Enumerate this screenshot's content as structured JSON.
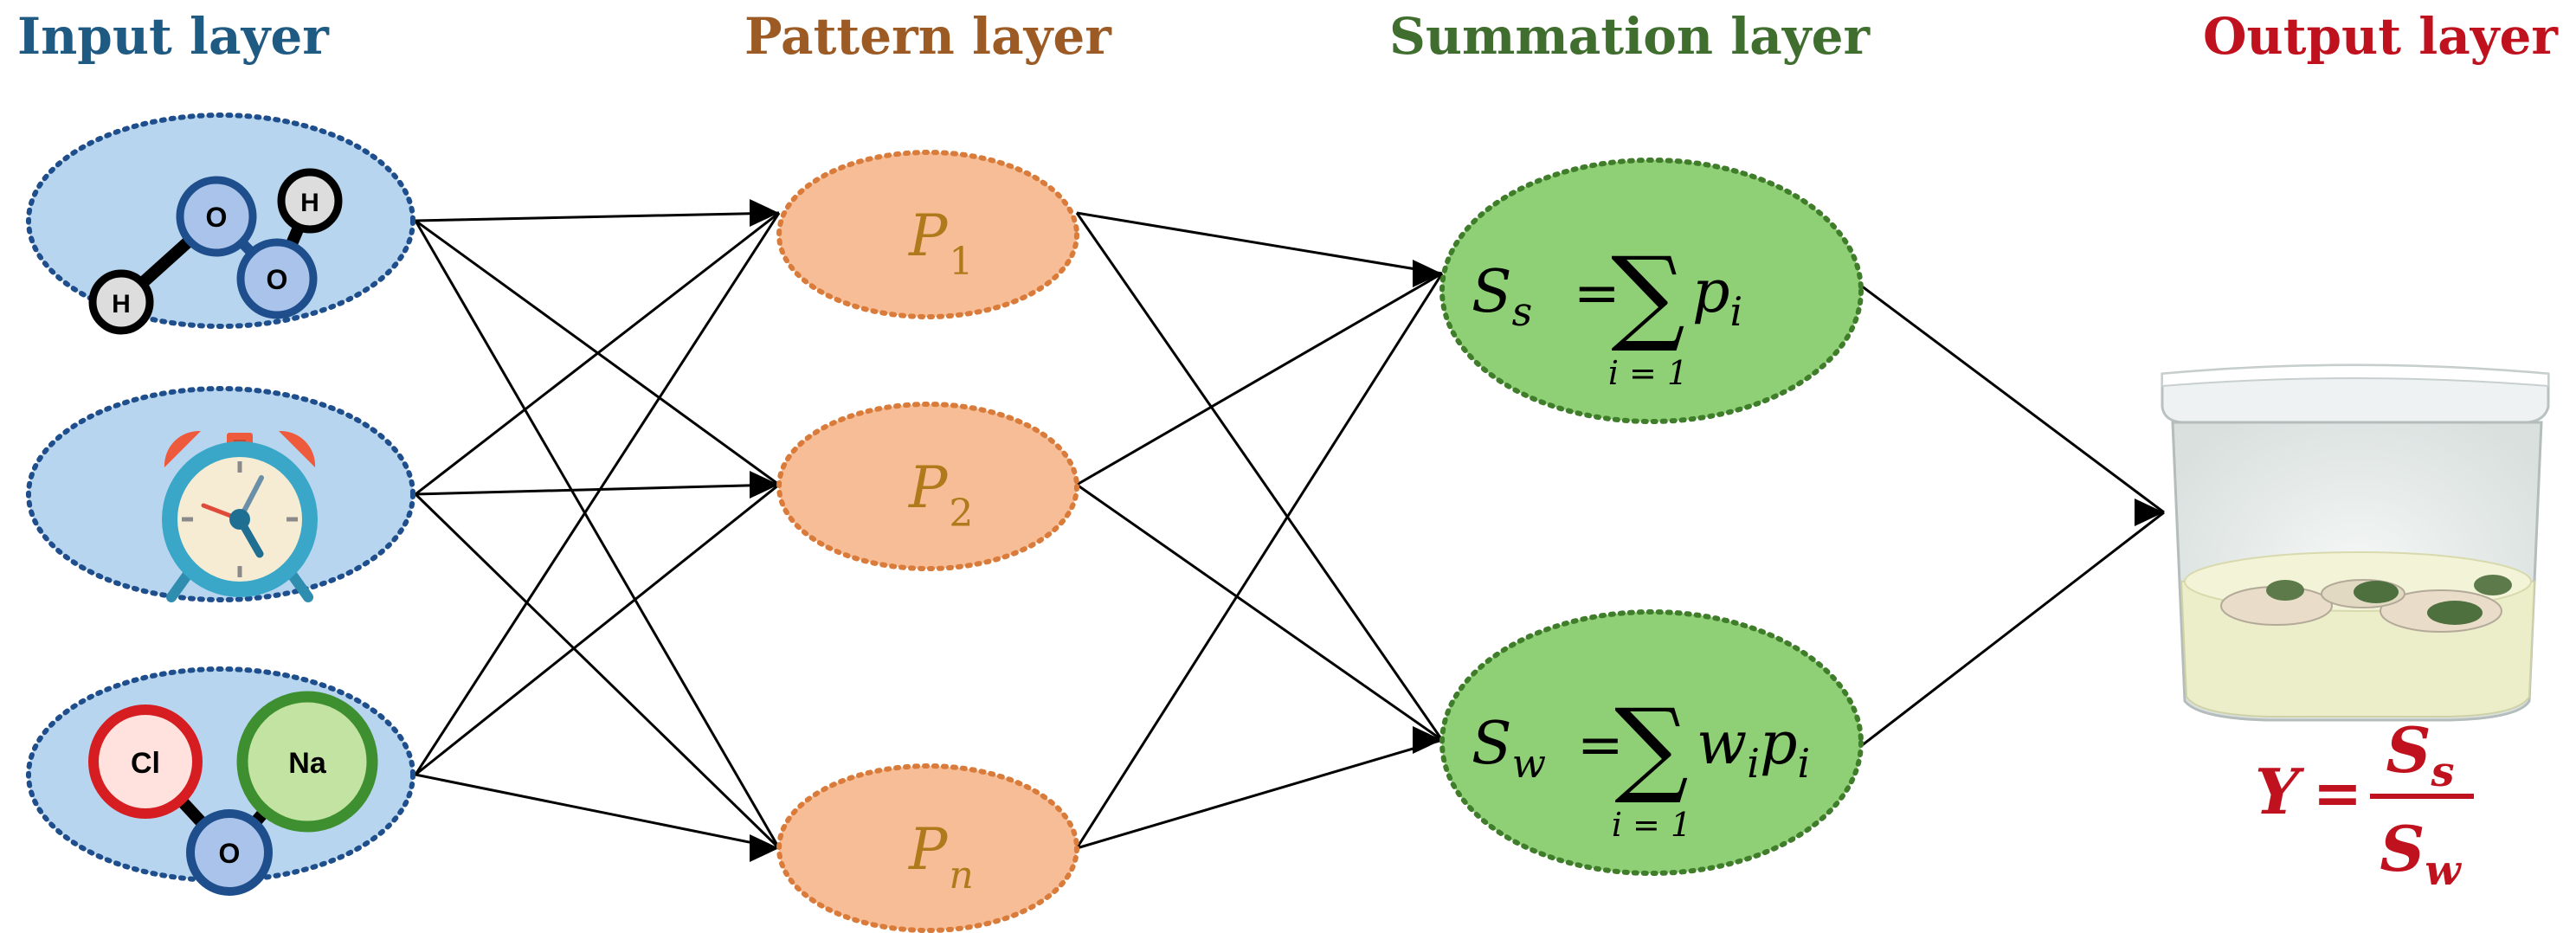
{
  "titles": {
    "input": "Input layer",
    "pattern": "Pattern layer",
    "summation": "Summation layer",
    "output": "Output layer"
  },
  "colors": {
    "input_title": "#1f5a82",
    "pattern_title": "#9c5a24",
    "summation_title": "#3f6e2f",
    "output_title": "#c0121e",
    "input_fill": "#b7d5ee",
    "input_border": "#1f4e8c",
    "pattern_fill": "#f7bd96",
    "pattern_border": "#d97b3a",
    "pattern_text": "#b07a1c",
    "summation_fill": "#8fcf75",
    "summation_border": "#3f7d2b",
    "edge": "#000000"
  },
  "input_nodes": {
    "water": {
      "atoms": [
        "O",
        "O",
        "H",
        "H"
      ],
      "icon": "molecule-icon"
    },
    "clock": {
      "icon": "alarm-clock-icon"
    },
    "salt": {
      "atoms": [
        "Cl",
        "Na",
        "O"
      ],
      "icon": "molecule-icon"
    }
  },
  "pattern_nodes": [
    {
      "symbol": "P",
      "subscript": "1"
    },
    {
      "symbol": "P",
      "subscript": "2"
    },
    {
      "symbol": "P",
      "subscript": "n"
    }
  ],
  "summation_nodes": {
    "ss": {
      "lhs": "S",
      "lhs_sub": "s",
      "eq": "=",
      "sigma": "∑",
      "lower": "i = 1",
      "term": "p",
      "term_sub": "i"
    },
    "sw": {
      "lhs": "S",
      "lhs_sub": "w",
      "eq": "=",
      "sigma": "∑",
      "lower": "i = 1",
      "term1": "w",
      "term1_sub": "i",
      "term2": "p",
      "term2_sub": "i"
    }
  },
  "output": {
    "icon": "culture-container-icon",
    "formula": {
      "lhs": "Y",
      "eq": "=",
      "num": "S",
      "num_sub": "s",
      "den": "S",
      "den_sub": "w"
    }
  }
}
